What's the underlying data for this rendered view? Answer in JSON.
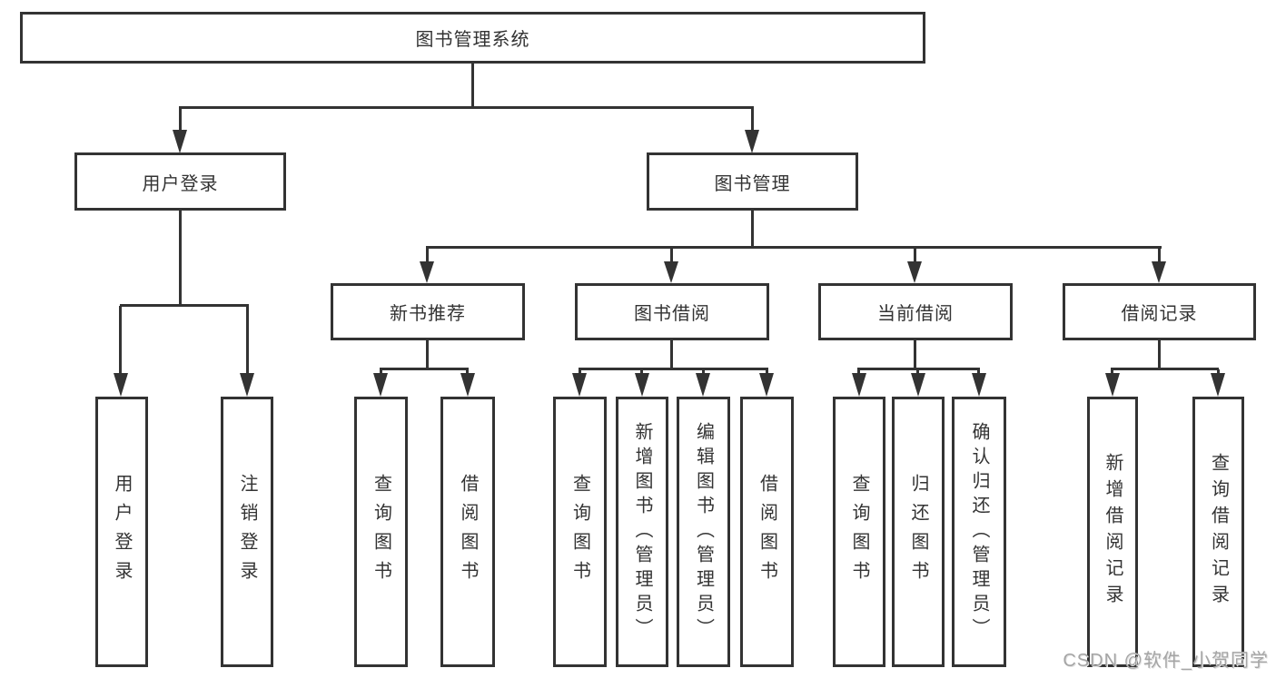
{
  "diagram": {
    "type": "tree",
    "colors": {
      "line": "#333333",
      "text": "#333333",
      "background": "#ffffff"
    },
    "root": {
      "label": "图书管理系统"
    },
    "level2": [
      {
        "label": "用户登录"
      },
      {
        "label": "图书管理"
      }
    ],
    "level3": [
      {
        "label": "新书推荐",
        "parent": "图书管理"
      },
      {
        "label": "图书借阅",
        "parent": "图书管理"
      },
      {
        "label": "当前借阅",
        "parent": "图书管理"
      },
      {
        "label": "借阅记录",
        "parent": "图书管理"
      }
    ],
    "leaves": [
      {
        "label": "用户登录",
        "parent": "用户登录"
      },
      {
        "label": "注销登录",
        "parent": "用户登录"
      },
      {
        "label": "查询图书",
        "parent": "新书推荐"
      },
      {
        "label": "借阅图书",
        "parent": "新书推荐"
      },
      {
        "label": "查询图书",
        "parent": "图书借阅"
      },
      {
        "label": "新增图书（管理员）",
        "parent": "图书借阅"
      },
      {
        "label": "编辑图书（管理员）",
        "parent": "图书借阅"
      },
      {
        "label": "借阅图书",
        "parent": "图书借阅"
      },
      {
        "label": "查询图书",
        "parent": "当前借阅"
      },
      {
        "label": "归还图书",
        "parent": "当前借阅"
      },
      {
        "label": "确认归还（管理员）",
        "parent": "当前借阅"
      },
      {
        "label": "新增借阅记录",
        "parent": "借阅记录"
      },
      {
        "label": "查询借阅记录",
        "parent": "借阅记录"
      }
    ]
  },
  "watermark": {
    "text": "CSDN @软件_小贺同学",
    "color": "#a5a5a5"
  }
}
